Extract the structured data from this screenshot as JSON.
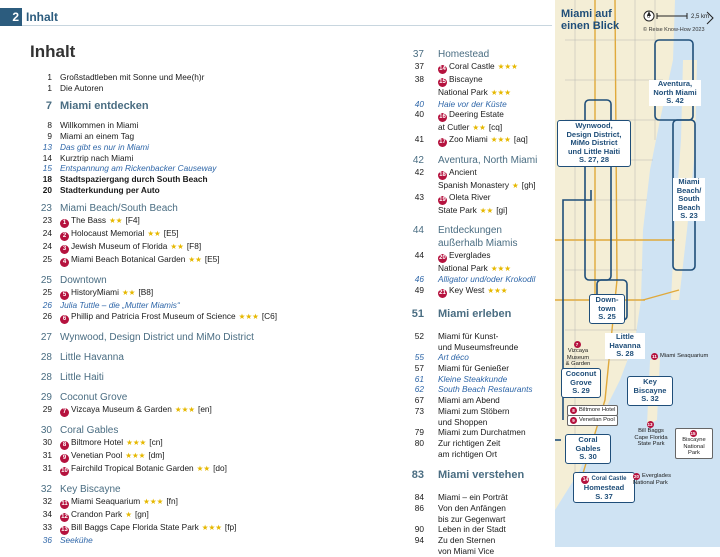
{
  "header": {
    "page_number": "2",
    "title": "Inhalt"
  },
  "main_title": "Inhalt",
  "left_column": [
    {
      "kind": "entry",
      "num": "1",
      "text": "Großstadtleben mit Sonne und Mee(h)r"
    },
    {
      "kind": "entry",
      "num": "1",
      "text": "Die Autoren"
    },
    {
      "kind": "gap"
    },
    {
      "kind": "section",
      "big": true,
      "num": "7",
      "text": "Miami entdecken"
    },
    {
      "kind": "gap"
    },
    {
      "kind": "entry",
      "num": "8",
      "text": "Willkommen in Miami"
    },
    {
      "kind": "entry",
      "num": "9",
      "text": "Miami an einem Tag"
    },
    {
      "kind": "italic",
      "num": "13",
      "text": "Das gibt es nur in Miami"
    },
    {
      "kind": "entry",
      "num": "14",
      "text": "Kurztrip nach Miami"
    },
    {
      "kind": "italic",
      "num": "15",
      "text": "Entspannung am Rickenbacker Causeway"
    },
    {
      "kind": "bold",
      "num": "18",
      "text": "Stadtspaziergang durch South Beach"
    },
    {
      "kind": "bold",
      "num": "20",
      "text": "Stadterkundung per Auto"
    },
    {
      "kind": "gap"
    },
    {
      "kind": "section",
      "num": "23",
      "text": "Miami Beach/South Beach"
    },
    {
      "kind": "entry",
      "num": "23",
      "badge": "1",
      "text": "The Bass",
      "stars": "★★",
      "ref": "[F4]"
    },
    {
      "kind": "entry",
      "num": "24",
      "badge": "2",
      "text": "Holocaust Memorial",
      "stars": "★★",
      "ref": "[E5]"
    },
    {
      "kind": "entry",
      "num": "24",
      "badge": "3",
      "text": "Jewish Museum of Florida",
      "stars": "★★",
      "ref": "[F8]"
    },
    {
      "kind": "entry",
      "num": "25",
      "badge": "4",
      "text": "Miami Beach Botanical Garden",
      "stars": "★★",
      "ref": "[E5]"
    },
    {
      "kind": "gap"
    },
    {
      "kind": "section",
      "num": "25",
      "text": "Downtown"
    },
    {
      "kind": "entry",
      "num": "25",
      "badge": "5",
      "text": "HistoryMiami",
      "stars": "★★",
      "ref": "[B8]"
    },
    {
      "kind": "italic",
      "num": "26",
      "text": "Julia Tuttle – die „Mutter Miamis“"
    },
    {
      "kind": "entry",
      "num": "26",
      "badge": "6",
      "text": "Phillip and Patricia Frost Museum of Science",
      "stars": "★★★",
      "ref": "[C6]"
    },
    {
      "kind": "gap"
    },
    {
      "kind": "section",
      "num": "27",
      "text": "Wynwood, Design District und MiMo District"
    },
    {
      "kind": "gap"
    },
    {
      "kind": "section",
      "num": "28",
      "text": "Little Havanna"
    },
    {
      "kind": "gap"
    },
    {
      "kind": "section",
      "num": "28",
      "text": "Little Haiti"
    },
    {
      "kind": "gap"
    },
    {
      "kind": "section",
      "num": "29",
      "text": "Coconut Grove"
    },
    {
      "kind": "entry",
      "num": "29",
      "badge": "7",
      "text": "Vizcaya Museum & Garden",
      "stars": "★★★",
      "ref": "[en]"
    },
    {
      "kind": "gap"
    },
    {
      "kind": "section",
      "num": "30",
      "text": "Coral Gables"
    },
    {
      "kind": "entry",
      "num": "30",
      "badge": "8",
      "text": "Biltmore Hotel",
      "stars": "★★★",
      "ref": "[cn]"
    },
    {
      "kind": "entry",
      "num": "31",
      "badge": "9",
      "text": "Venetian Pool",
      "stars": "★★★",
      "ref": "[dm]"
    },
    {
      "kind": "entry",
      "num": "31",
      "badge": "10",
      "text": "Fairchild Tropical Botanic Garden",
      "stars": "★★",
      "ref": "[do]"
    },
    {
      "kind": "gap"
    },
    {
      "kind": "section",
      "num": "32",
      "text": "Key Biscayne"
    },
    {
      "kind": "entry",
      "num": "32",
      "badge": "11",
      "text": "Miami Seaquarium",
      "stars": "★★★",
      "ref": "[fn]"
    },
    {
      "kind": "entry",
      "num": "34",
      "badge": "12",
      "text": "Crandon Park",
      "stars": "★",
      "ref": "[gn]"
    },
    {
      "kind": "entry",
      "num": "33",
      "badge": "13",
      "text": "Bill Baggs Cape Florida State Park",
      "stars": "★★★",
      "ref": "[fp]"
    },
    {
      "kind": "italic",
      "num": "36",
      "text": "Seekühe"
    }
  ],
  "right_column": [
    {
      "kind": "section",
      "num": "37",
      "text": "Homestead"
    },
    {
      "kind": "entry",
      "num": "37",
      "badge": "14",
      "text": "Coral Castle",
      "stars": "★★★",
      "ref": ""
    },
    {
      "kind": "entry",
      "num": "38",
      "badge": "15",
      "text": "Biscayne",
      "stars": "",
      "ref": ""
    },
    {
      "kind": "entry",
      "num": "",
      "text": "National Park",
      "stars": "★★★",
      "ref": ""
    },
    {
      "kind": "italic",
      "num": "40",
      "text": "Haie vor der Küste"
    },
    {
      "kind": "entry",
      "num": "40",
      "badge": "16",
      "text": "Deering Estate",
      "stars": "",
      "ref": ""
    },
    {
      "kind": "entry",
      "num": "",
      "text": "at Cutler",
      "stars": "★★",
      "ref": "[cq]"
    },
    {
      "kind": "entry",
      "num": "41",
      "badge": "17",
      "text": "Zoo Miami",
      "stars": "★★★",
      "ref": "[aq]"
    },
    {
      "kind": "gap"
    },
    {
      "kind": "section",
      "num": "42",
      "text": "Aventura, North Miami"
    },
    {
      "kind": "entry",
      "num": "42",
      "badge": "18",
      "text": "Ancient",
      "stars": "",
      "ref": ""
    },
    {
      "kind": "entry",
      "num": "",
      "text": "Spanish Monastery",
      "stars": "★",
      "ref": "[gh]"
    },
    {
      "kind": "entry",
      "num": "43",
      "badge": "19",
      "text": "Oleta River",
      "stars": "",
      "ref": ""
    },
    {
      "kind": "entry",
      "num": "",
      "text": "State Park",
      "stars": "★★",
      "ref": "[gi]"
    },
    {
      "kind": "gap"
    },
    {
      "kind": "section",
      "num": "44",
      "text": "Entdeckungen"
    },
    {
      "kind": "section",
      "num": "",
      "text": "außerhalb Miamis"
    },
    {
      "kind": "entry",
      "num": "44",
      "badge": "20",
      "text": "Everglades",
      "stars": "",
      "ref": ""
    },
    {
      "kind": "entry",
      "num": "",
      "text": "National Park",
      "stars": "★★★",
      "ref": ""
    },
    {
      "kind": "italic",
      "num": "46",
      "text": "Alligator und/oder Krokodil"
    },
    {
      "kind": "entry",
      "num": "49",
      "badge": "21",
      "text": "Key West",
      "stars": "★★★",
      "ref": ""
    },
    {
      "kind": "gap2"
    },
    {
      "kind": "section",
      "big": true,
      "num": "51",
      "text": "Miami erleben"
    },
    {
      "kind": "gap2"
    },
    {
      "kind": "entry",
      "num": "52",
      "text": "Miami für Kunst-"
    },
    {
      "kind": "entry",
      "num": "",
      "text": "und Museumsfreunde"
    },
    {
      "kind": "italic",
      "num": "55",
      "text": "Art déco"
    },
    {
      "kind": "entry",
      "num": "57",
      "text": "Miami für Genießer"
    },
    {
      "kind": "italic",
      "num": "61",
      "text": "Kleine Steakkunde"
    },
    {
      "kind": "italic",
      "num": "62",
      "text": "South Beach Restaurants"
    },
    {
      "kind": "entry",
      "num": "67",
      "text": "Miami am Abend"
    },
    {
      "kind": "entry",
      "num": "73",
      "text": "Miami zum Stöbern"
    },
    {
      "kind": "entry",
      "num": "",
      "text": "und Shoppen"
    },
    {
      "kind": "entry",
      "num": "79",
      "text": "Miami zum Durchatmen"
    },
    {
      "kind": "entry",
      "num": "80",
      "text": "Zur richtigen Zeit"
    },
    {
      "kind": "entry",
      "num": "",
      "text": "am richtigen Ort"
    },
    {
      "kind": "gap2"
    },
    {
      "kind": "section",
      "big": true,
      "num": "83",
      "text": "Miami verstehen"
    },
    {
      "kind": "gap2"
    },
    {
      "kind": "entry",
      "num": "84",
      "text": "Miami – ein Porträt"
    },
    {
      "kind": "entry",
      "num": "86",
      "text": "Von den Anfängen"
    },
    {
      "kind": "entry",
      "num": "",
      "text": "bis zur Gegenwart"
    },
    {
      "kind": "entry",
      "num": "90",
      "text": "Leben in der Stadt"
    },
    {
      "kind": "entry",
      "num": "94",
      "text": "Zu den Sternen"
    },
    {
      "kind": "entry",
      "num": "",
      "text": "von Miami Vice"
    }
  ],
  "map": {
    "title_line1": "Miami auf",
    "title_line2": "einen Blick",
    "scale_start": "0",
    "scale_end": "2,5 km",
    "copyright": "© Reise Know-How 2023",
    "district_labels": [
      {
        "id": "aventura",
        "line1": "Aventura,",
        "line2": "North Miami",
        "line3": "S. 42"
      },
      {
        "id": "wynwood",
        "line1": "Wynwood,",
        "line2": "Design District,",
        "line3": "MiMo District",
        "line4": "und Little Haiti",
        "line5": "S. 27, 28"
      },
      {
        "id": "miamibeach",
        "line1": "Miami",
        "line2": "Beach/",
        "line3": "South",
        "line4": "Beach",
        "line5": "S. 23"
      },
      {
        "id": "downtown",
        "line1": "Down-",
        "line2": "town",
        "line3": "S. 25"
      },
      {
        "id": "havanna",
        "line1": "Little",
        "line2": "Havanna",
        "line3": "S. 28"
      },
      {
        "id": "coconut",
        "line1": "Coconut",
        "line2": "Grove",
        "line3": "S. 29"
      },
      {
        "id": "keybiscayne",
        "line1": "Key",
        "line2": "Biscayne",
        "line3": "S. 32"
      },
      {
        "id": "coralgables",
        "line1": "Coral",
        "line2": "Gables",
        "line3": "S. 30"
      },
      {
        "id": "homestead",
        "line1": "Coral Castle",
        "line2": "Homestead",
        "line3": "S. 37"
      }
    ],
    "pois": [
      {
        "id": "seaquarium",
        "badge": "11",
        "text": "Miami Seaquarium"
      },
      {
        "id": "vizcaya",
        "badge": "7",
        "text": "Vizcaya Museum & Garden"
      },
      {
        "id": "biltmore",
        "badge": "8",
        "text": "Biltmore Hotel"
      },
      {
        "id": "venetian",
        "badge": "9",
        "text": "Venetian Pool"
      },
      {
        "id": "billbaggs",
        "badge": "13",
        "text": "Bill Baggs Cape Florida State Park"
      },
      {
        "id": "biscayne",
        "badge": "15",
        "text": "Biscayne National Park"
      },
      {
        "id": "everglades",
        "badge": "20",
        "text": "Everglades National Park"
      },
      {
        "id": "coralcastle",
        "badge": "14",
        "text": ""
      }
    ]
  }
}
